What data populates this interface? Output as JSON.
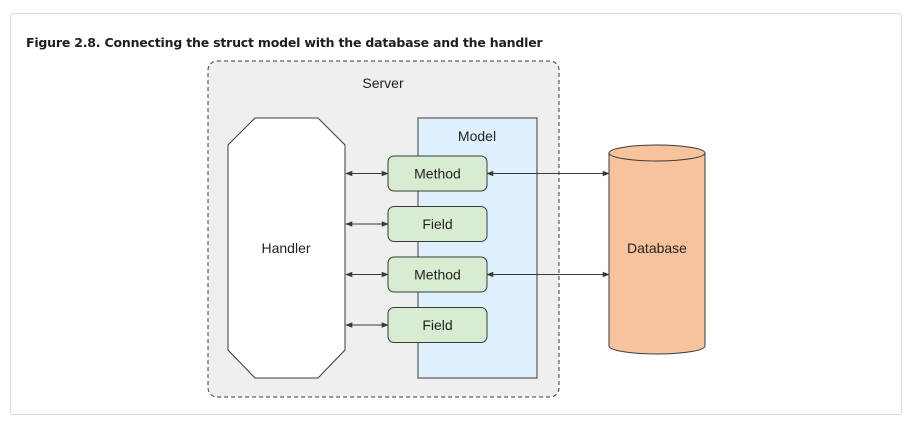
{
  "caption": "Figure 2.8. Connecting the struct model with the database and the handler",
  "diagram": {
    "server_label": "Server",
    "model_label": "Model",
    "handler_label": "Handler",
    "database_label": "Database",
    "members": [
      {
        "label": "Method",
        "connects_database": true
      },
      {
        "label": "Field",
        "connects_database": false
      },
      {
        "label": "Method",
        "connects_database": true
      },
      {
        "label": "Field",
        "connects_database": false
      }
    ],
    "colors": {
      "server_fill": "#efefef",
      "model_fill": "#dff1fc",
      "member_fill": "#d8ecd2",
      "database_fill": "#f6c39d",
      "handler_fill": "#ffffff",
      "stroke": "#3a3a3a"
    }
  }
}
